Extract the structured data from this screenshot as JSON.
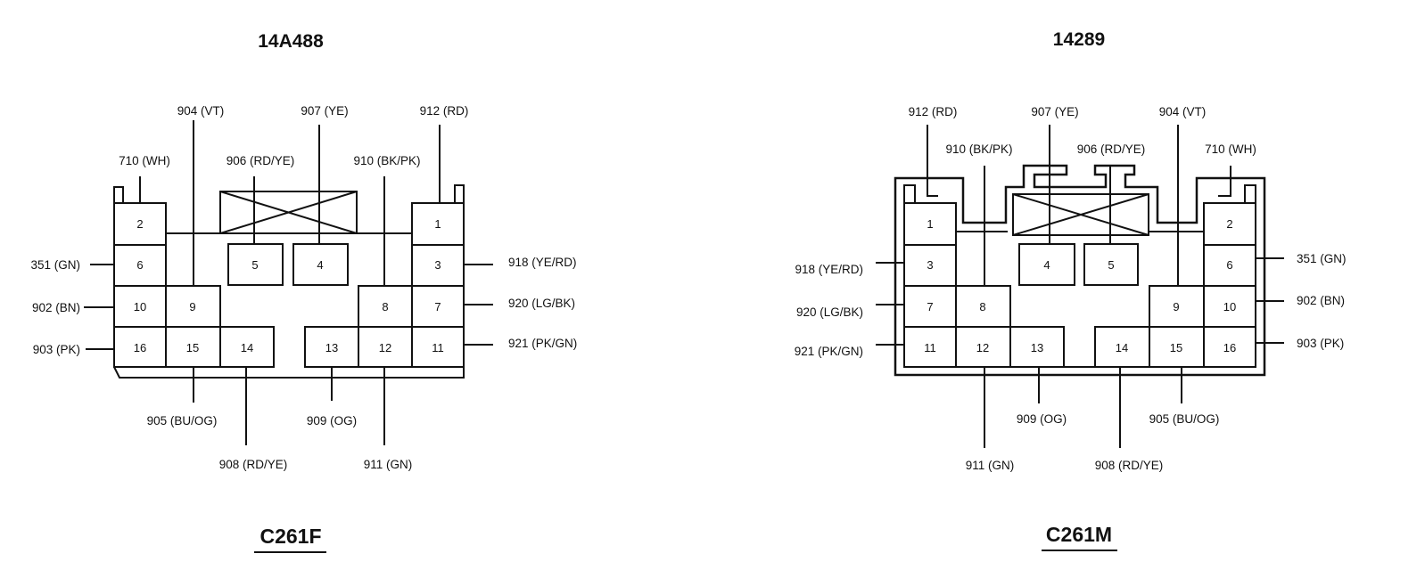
{
  "left": {
    "part_number": "14A488",
    "connector": "C261F",
    "pins": {
      "1": "1",
      "2": "2",
      "3": "3",
      "4": "4",
      "5": "5",
      "6": "6",
      "7": "7",
      "8": "8",
      "9": "9",
      "10": "10",
      "11": "11",
      "12": "12",
      "13": "13",
      "14": "14",
      "15": "15",
      "16": "16"
    },
    "wires": {
      "w710": "710 (WH)",
      "w904": "904 (VT)",
      "w906": "906 (RD/YE)",
      "w907": "907 (YE)",
      "w910": "910 (BK/PK)",
      "w912": "912 (RD)",
      "w351": "351 (GN)",
      "w902": "902 (BN)",
      "w903": "903 (PK)",
      "w918": "918 (YE/RD)",
      "w920": "920 (LG/BK)",
      "w921": "921 (PK/GN)",
      "w905": "905 (BU/OG)",
      "w908": "908 (RD/YE)",
      "w909": "909 (OG)",
      "w911": "911 (GN)"
    }
  },
  "right": {
    "part_number": "14289",
    "connector": "C261M",
    "pins": {
      "1": "1",
      "2": "2",
      "3": "3",
      "4": "4",
      "5": "5",
      "6": "6",
      "7": "7",
      "8": "8",
      "9": "9",
      "10": "10",
      "11": "11",
      "12": "12",
      "13": "13",
      "14": "14",
      "15": "15",
      "16": "16"
    },
    "wires": {
      "w912": "912 (RD)",
      "w910": "910 (BK/PK)",
      "w907": "907 (YE)",
      "w906": "906 (RD/YE)",
      "w904": "904 (VT)",
      "w710": "710 (WH)",
      "w918": "918 (YE/RD)",
      "w920": "920 (LG/BK)",
      "w921": "921 (PK/GN)",
      "w351": "351 (GN)",
      "w902": "902 (BN)",
      "w903": "903 (PK)",
      "w909": "909 (OG)",
      "w905": "905 (BU/OG)",
      "w911": "911 (GN)",
      "w908": "908 (RD/YE)"
    }
  }
}
